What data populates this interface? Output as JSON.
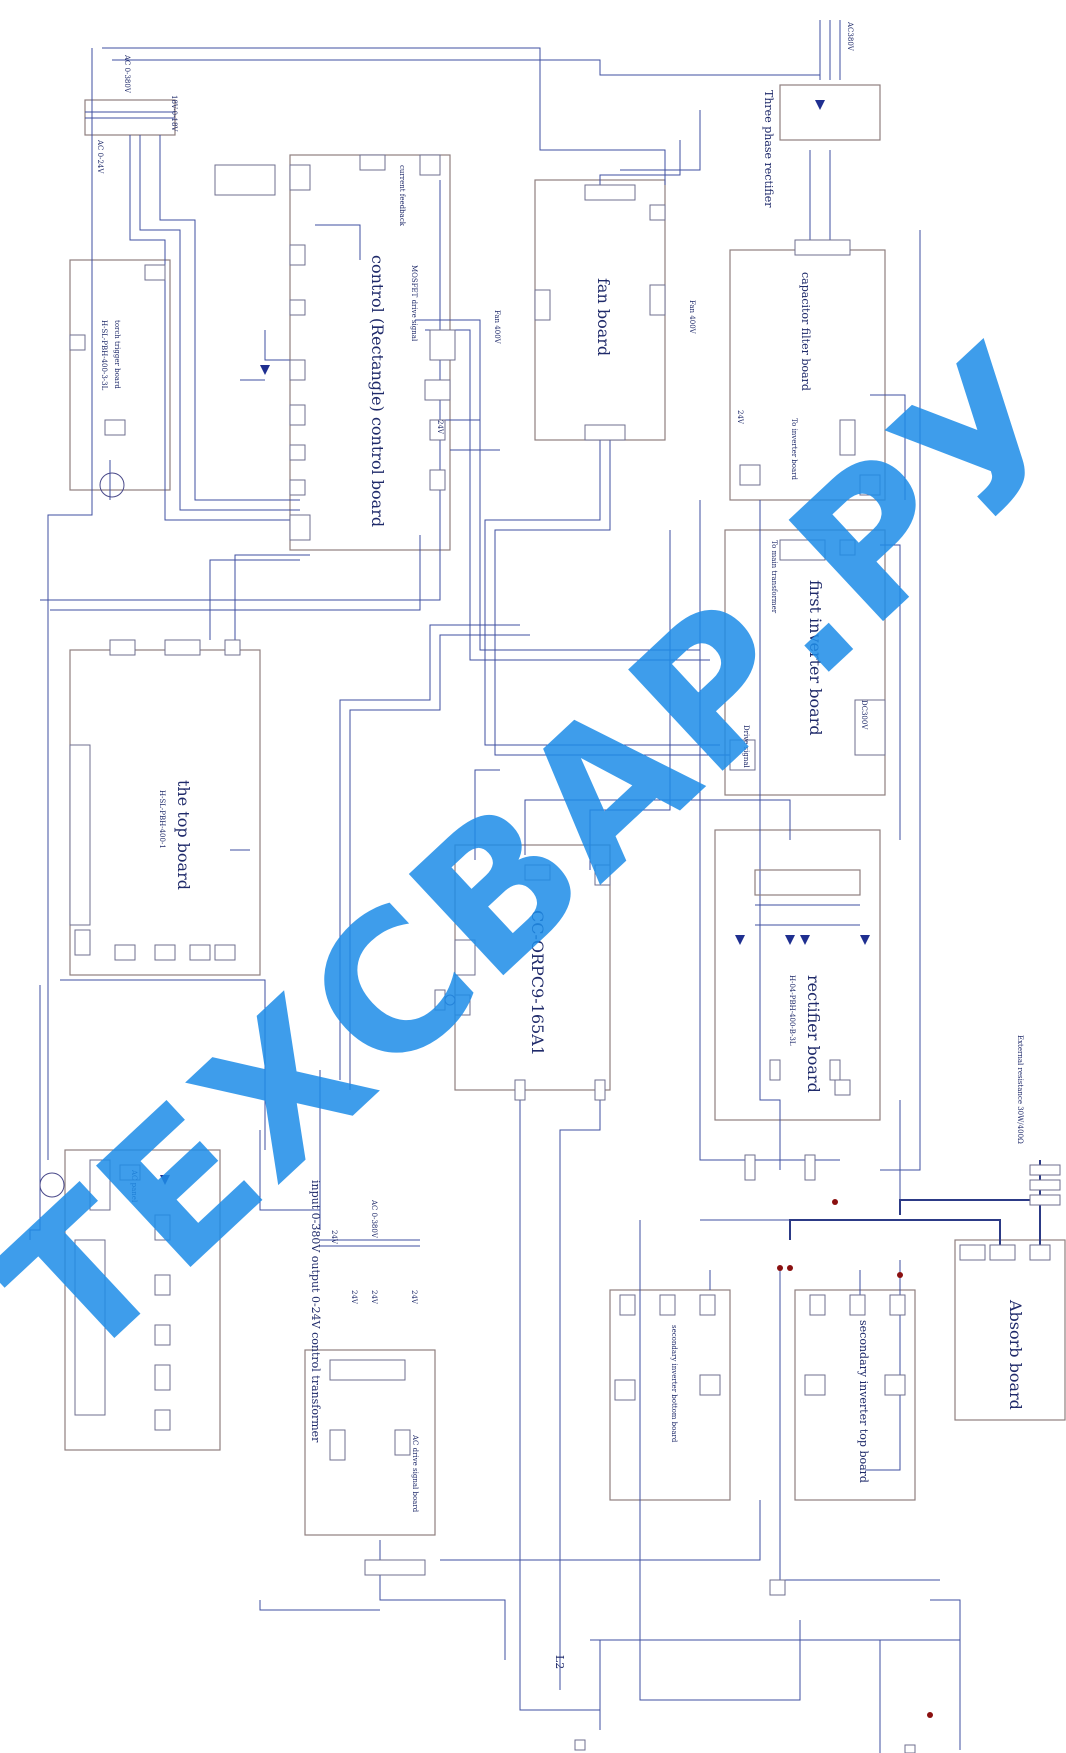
{
  "boards": {
    "control": "control (Rectangle) control board",
    "fan": "fan board",
    "capacitor": "capacitor filter board",
    "first_inverter": "first inverter board",
    "top": "the top board",
    "top_code": "H-SL-PBH-400-1",
    "cc": "CC-ORPC9-165A1",
    "rectifier": "rectifier board",
    "rectifier_code": "H-04-PBH-400-B-3L",
    "control_transformer": "input 0-380V output 0-24V control transformer",
    "secondary_bottom": "secondary inverter bottom board",
    "secondary_top": "secondary inverter top board",
    "absorb": "Absorb board",
    "ac_drive": "AC drive signal board",
    "torch_trigger": "torch trigger board",
    "torch_trigger_code": "H-SL-PBH-400-3-3L",
    "ac_panel": "AC panel"
  },
  "labels": {
    "three_phase_rectifier": "Three phase rectifier",
    "ac380v": "AC380V",
    "transformer_ac": "AC 0-380V",
    "transformer_out": "AC 0-24V",
    "transformer_18": "18V-0-18V",
    "ct_ac": "AC 0-380V",
    "v24_1": "24V",
    "v24_2": "24V",
    "v24_3": "24V",
    "v24_4": "24V",
    "v24_5": "24V",
    "v24_6": "24V",
    "external_resistance": "External resistance 30W/400Ω",
    "l2": "L2",
    "to_main_transformer": "To main transformer",
    "to_inverter_board": "To inverter board",
    "fan_left": "Fan 400V",
    "fan_right": "Fan 400V",
    "current_feedback": "current feedback",
    "hf_arc_start": "MOSFET drive signal",
    "dc300v": "DC300V",
    "drive_signal": "Drive signal"
  },
  "watermark": "ТЕХСВАР.РУ",
  "colors": {
    "wire": "#3f4fa0",
    "box": "#8f7f7f",
    "watermark": "#1e8de8",
    "node": "#8a1010"
  }
}
